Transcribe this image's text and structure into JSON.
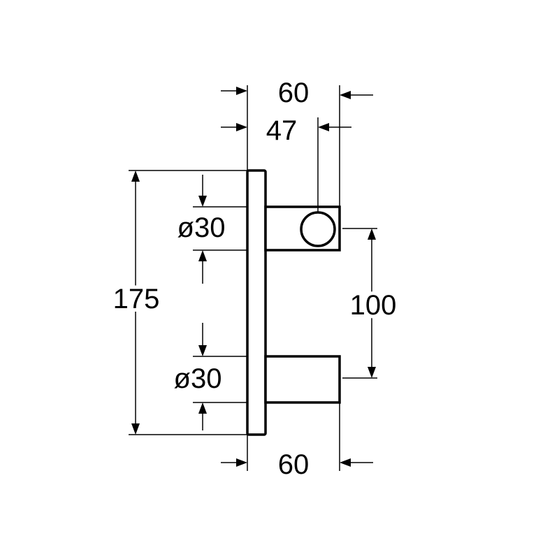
{
  "dimensions": {
    "top_overall_depth": "60",
    "top_axis_depth": "47",
    "bottom_depth": "60",
    "overall_height": "175",
    "outlet_spacing": "100",
    "top_outlet_diameter": "ø30",
    "bottom_outlet_diameter": "ø30"
  },
  "colors": {
    "line": "#000000",
    "background": "#ffffff"
  }
}
